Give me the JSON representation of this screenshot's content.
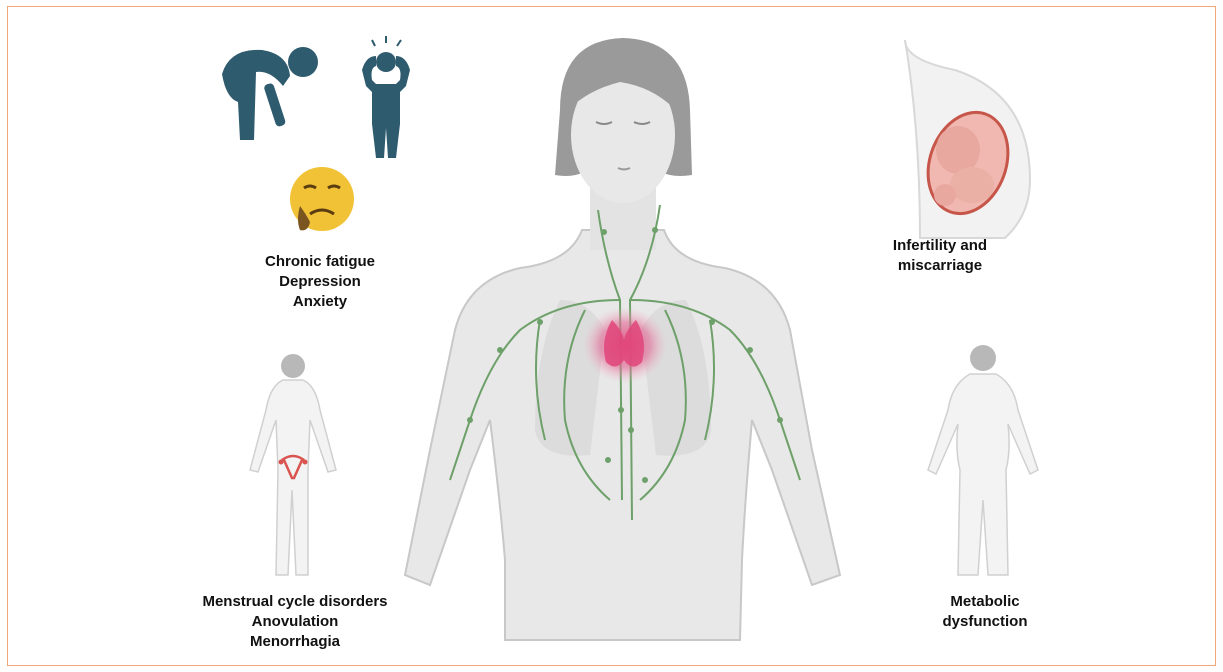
{
  "panels": {
    "mood": {
      "lines": [
        "Chronic fatigue",
        "Depression",
        "Anxiety"
      ]
    },
    "fertility": {
      "lines": [
        "Infertility and",
        "miscarriage"
      ]
    },
    "menstrual": {
      "lines": [
        "Menstrual cycle disorders",
        "Anovulation",
        "Menorrhagia"
      ]
    },
    "metabolic": {
      "lines": [
        "Metabolic",
        "dysfunction"
      ]
    }
  },
  "colors": {
    "frame": "#f0a878",
    "pictogram": "#2f5b6e",
    "emoji": "#f2c236",
    "body": "#e6e6e6",
    "hair": "#9a9a9a",
    "lymph": "#6ea06a",
    "thyroid": "#e0457a",
    "uterus": "#d9534f",
    "fetus": "#e8a8a0"
  },
  "icons": [
    "stooped-person-icon",
    "stressed-person-icon",
    "sad-face-icon",
    "pregnant-belly-icon",
    "female-body-icon"
  ]
}
